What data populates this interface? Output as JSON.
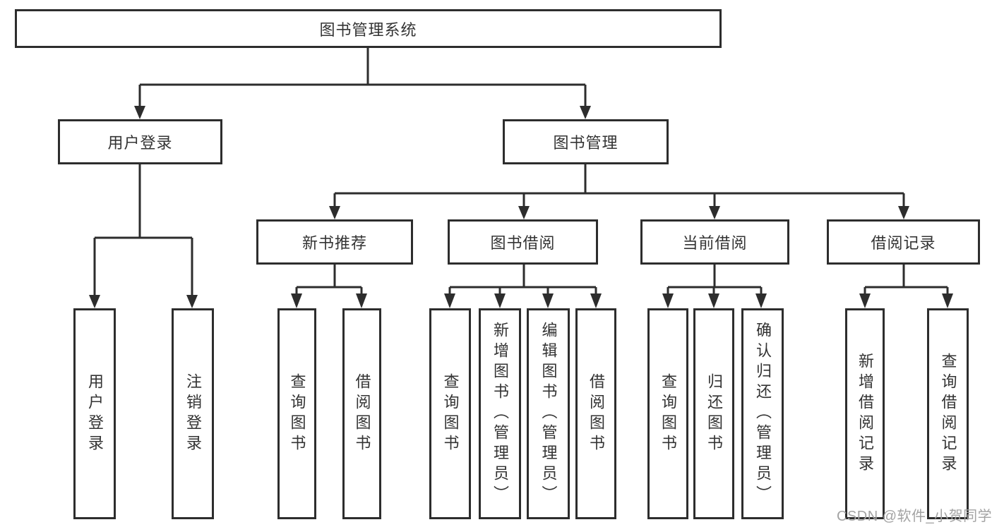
{
  "root": {
    "label": "图书管理系统"
  },
  "level2": [
    {
      "label": "用户登录"
    },
    {
      "label": "图书管理"
    }
  ],
  "level3": [
    {
      "label": "新书推荐"
    },
    {
      "label": "图书借阅"
    },
    {
      "label": "当前借阅"
    },
    {
      "label": "借阅记录"
    }
  ],
  "leaves": {
    "userLogin": [
      "用户登录",
      "注销登录"
    ],
    "newBook": [
      "查询图书",
      "借阅图书"
    ],
    "bookBorrow": [
      "查询图书",
      "新增图书（管理员）",
      "编辑图书（管理员）",
      "借阅图书"
    ],
    "currentBorrow": [
      "查询图书",
      "归还图书",
      "确认归还（管理员）"
    ],
    "borrowRecord": [
      "新增借阅记录",
      "查询借阅记录"
    ]
  },
  "watermark": {
    "text": "CSDN @软件_小贺同学"
  },
  "colors": {
    "line": "#2d2d2d",
    "box_border": "#2d2d2d",
    "box_bg": "#ffffff",
    "text": "#333333",
    "watermark": "#a3a3a3",
    "background": "#ffffff"
  }
}
